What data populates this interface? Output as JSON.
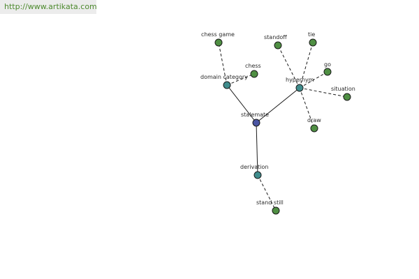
{
  "watermark": {
    "url_text": "http://www.artikata.com"
  },
  "colors": {
    "center_node": "#4b55a3",
    "relation_node": "#3f8c8c",
    "leaf_node": "#4f8f43",
    "watermark_text": "#4d8a2e"
  },
  "graph": {
    "center": {
      "id": "stalemate",
      "label": "stalemate"
    },
    "relations": [
      {
        "id": "domain_category",
        "label": "domain category",
        "leaves": [
          {
            "id": "chess_game",
            "label": "chess game"
          },
          {
            "id": "chess",
            "label": "chess"
          }
        ]
      },
      {
        "id": "hypernym",
        "label": "hypernym",
        "leaves": [
          {
            "id": "standoff",
            "label": "standoff"
          },
          {
            "id": "tie",
            "label": "tie"
          },
          {
            "id": "go",
            "label": "go"
          },
          {
            "id": "situation",
            "label": "situation"
          },
          {
            "id": "draw",
            "label": "draw"
          }
        ]
      },
      {
        "id": "derivation",
        "label": "derivation",
        "leaves": [
          {
            "id": "stand_still",
            "label": "stand still"
          }
        ]
      }
    ]
  }
}
